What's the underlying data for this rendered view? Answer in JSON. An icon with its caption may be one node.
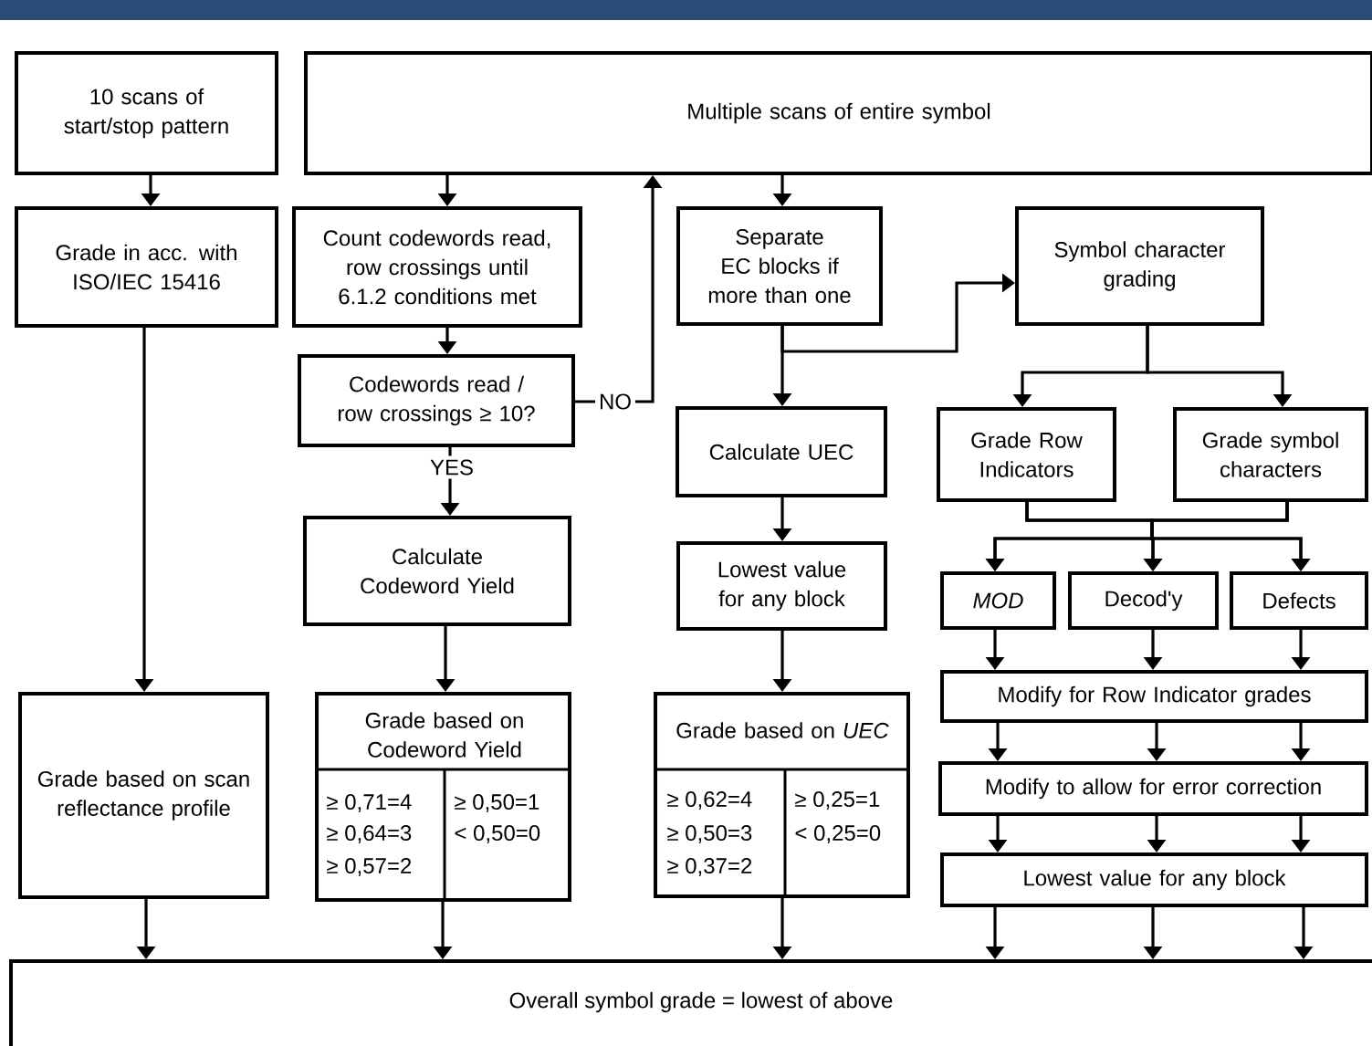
{
  "diagram": {
    "nodes": [
      {
        "text": [
          "10 scans of start/stop pattern"
        ]
      },
      {
        "text": [
          "Multiple scans of entire symbol"
        ]
      },
      {
        "text": [
          "Grade in acc. with ISO/IEC 15416"
        ]
      },
      {
        "text": [
          "Count codewords read, row crossings until 6.1.2 conditions met"
        ]
      },
      {
        "text": [
          "Codewords read / row crossings ≥ 10?"
        ]
      },
      {
        "text": [
          "Calculate Codeword Yield"
        ]
      },
      {
        "text": [
          "Separate EC blocks if more than one"
        ]
      },
      {
        "text": [
          "Symbol character grading"
        ]
      },
      {
        "text": [
          "Calculate UEC"
        ]
      },
      {
        "text": [
          "Grade Row Indicators"
        ]
      },
      {
        "text": [
          "Grade symbol characters"
        ]
      },
      {
        "text": [
          "Lowest value for any block"
        ]
      },
      {
        "text": [
          "MOD"
        ]
      },
      {
        "text": [
          "Decod'y"
        ]
      },
      {
        "text": [
          "Defects"
        ]
      },
      {
        "text": [
          "Modify for Row Indicator grades"
        ]
      },
      {
        "text": [
          "Grade based on scan reflectance profile"
        ]
      },
      {
        "text": [
          "Grade based on Codeword Yield"
        ]
      },
      {
        "text": [
          "Grade based on *UEC*"
        ]
      },
      {
        "text": [
          "Modify to allow for error correction"
        ]
      },
      {
        "text": [
          "Lowest value for any block"
        ]
      },
      {
        "text": [
          "Overall symbol grade = lowest of above"
        ]
      }
    ],
    "edges": [
      {
        "from": 0,
        "to": 2,
        "arrow": "to"
      },
      {
        "from": 2,
        "to": 16,
        "arrow": "to"
      },
      {
        "from": 16,
        "to": 21,
        "arrow": "to"
      },
      {
        "from": 1,
        "to": 3,
        "arrow": "to"
      },
      {
        "from": 3,
        "to": 4,
        "arrow": "to"
      },
      {
        "from": 4,
        "to": 5,
        "arrow": "to",
        "label": "YES"
      },
      {
        "from": 4,
        "to": 1,
        "arrow": "to",
        "label": "NO"
      },
      {
        "from": 5,
        "to": 17,
        "arrow": "to"
      },
      {
        "from": 17,
        "to": 21,
        "arrow": "to"
      },
      {
        "from": 1,
        "to": 6,
        "arrow": "to"
      },
      {
        "from": 6,
        "to": 8,
        "arrow": "to"
      },
      {
        "from": 6,
        "to": 7,
        "arrow": "to"
      },
      {
        "from": 8,
        "to": 11,
        "arrow": "to"
      },
      {
        "from": 11,
        "to": 18,
        "arrow": "to"
      },
      {
        "from": 18,
        "to": 21,
        "arrow": "to"
      },
      {
        "from": 7,
        "to": 9,
        "arrow": "to"
      },
      {
        "from": 7,
        "to": 10,
        "arrow": "to"
      },
      {
        "from": 9,
        "to": 12,
        "arrow": "to"
      },
      {
        "from": 9,
        "to": 13,
        "arrow": "to"
      },
      {
        "from": 9,
        "to": 14,
        "arrow": "to"
      },
      {
        "from": 10,
        "to": 12,
        "arrow": "to"
      },
      {
        "from": 10,
        "to": 13,
        "arrow": "to"
      },
      {
        "from": 10,
        "to": 14,
        "arrow": "to"
      },
      {
        "from": 12,
        "to": 15,
        "arrow": "to"
      },
      {
        "from": 13,
        "to": 15,
        "arrow": "to"
      },
      {
        "from": 14,
        "to": 15,
        "arrow": "to"
      },
      {
        "from": 15,
        "to": 19,
        "arrow": "to"
      },
      {
        "from": 15,
        "to": 19,
        "arrow": "to"
      },
      {
        "from": 15,
        "to": 19,
        "arrow": "to"
      },
      {
        "from": 19,
        "to": 20,
        "arrow": "to"
      },
      {
        "from": 19,
        "to": 20,
        "arrow": "to"
      },
      {
        "from": 19,
        "to": 20,
        "arrow": "to"
      },
      {
        "from": 20,
        "to": 21,
        "arrow": "to"
      },
      {
        "from": 20,
        "to": 21,
        "arrow": "to"
      },
      {
        "from": 20,
        "to": 21,
        "arrow": "to"
      }
    ],
    "labels": [
      "≥ 0,71=4",
      "≥ 0,50=1",
      "≥ 0,64=3",
      "< 0,50=0",
      "≥ 0,57=2",
      "≥ 0,62=4",
      "≥ 0,25=1",
      "≥ 0,50=3",
      "< 0,25=0",
      "≥ 0,37=2"
    ]
  }
}
